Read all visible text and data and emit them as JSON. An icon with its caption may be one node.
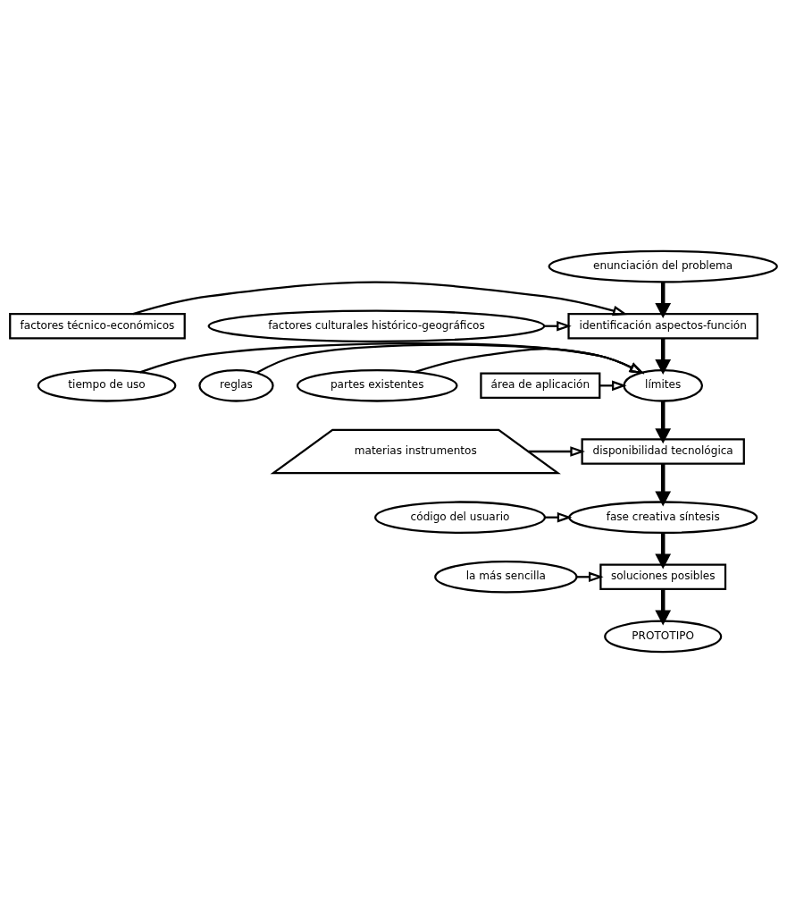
{
  "diagram": {
    "nodes": [
      {
        "text": [
          "enunciación del problema"
        ]
      },
      {
        "text": [
          "factores técnico-económicos"
        ]
      },
      {
        "text": [
          "identificación aspectos-función"
        ]
      },
      {
        "text": [
          "factores culturales histórico-geográficos"
        ]
      },
      {
        "text": [
          "tiempo de uso"
        ]
      },
      {
        "text": [
          "límites"
        ]
      },
      {
        "text": [
          "reglas"
        ]
      },
      {
        "text": [
          "partes existentes"
        ]
      },
      {
        "text": [
          "área de aplicación"
        ]
      },
      {
        "text": [
          "disponibilidad tecnológica"
        ]
      },
      {
        "text": [
          "materias instrumentos"
        ]
      },
      {
        "text": [
          "código del usuario"
        ]
      },
      {
        "text": [
          "fase creativa síntesis"
        ]
      },
      {
        "text": [
          "soluciones posibles"
        ]
      },
      {
        "text": [
          "la más sencilla"
        ]
      },
      {
        "text": [
          "PROTOTIPO"
        ]
      }
    ],
    "edges": [
      {
        "from": 0,
        "to": 2,
        "arrow": "to",
        "style": "thick"
      },
      {
        "from": 1,
        "to": 2,
        "arrow": "to"
      },
      {
        "from": 3,
        "to": 2,
        "arrow": "to"
      },
      {
        "from": 2,
        "to": 5,
        "arrow": "to",
        "style": "thick"
      },
      {
        "from": 4,
        "to": 5,
        "arrow": "to"
      },
      {
        "from": 7,
        "to": 5,
        "arrow": "to"
      },
      {
        "from": 6,
        "to": 5,
        "arrow": "to"
      },
      {
        "from": 8,
        "to": 5,
        "arrow": "to"
      },
      {
        "from": 5,
        "to": 9,
        "arrow": "to",
        "style": "thick"
      },
      {
        "from": 10,
        "to": 9,
        "arrow": "to"
      },
      {
        "from": 9,
        "to": 12,
        "arrow": "to",
        "style": "thick"
      },
      {
        "from": 11,
        "to": 12,
        "arrow": "to"
      },
      {
        "from": 12,
        "to": 13,
        "arrow": "to",
        "style": "thick"
      },
      {
        "from": 14,
        "to": 13,
        "arrow": "to"
      },
      {
        "from": 13,
        "to": 15,
        "arrow": "to",
        "style": "thick"
      }
    ]
  }
}
